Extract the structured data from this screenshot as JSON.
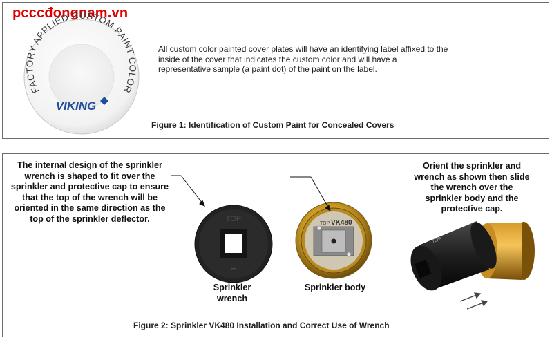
{
  "watermark": "pcccđongnam.vn",
  "figure1": {
    "label_text": "FACTORY APPLIED CUSTOM PAINT COLOR",
    "logo": "VIKING",
    "paragraph": "All custom color painted cover plates will have an identifying label affixed to the inside of the cover that indicates the custom color and will have a representative sample (a paint dot) of the paint on the label.",
    "caption": "Figure 1:  Identification of Custom Paint for Concealed Covers"
  },
  "figure2": {
    "left_text": "The internal design of the sprinkler wrench is shaped to fit over the sprinkler and protective cap to ensure that the top of the wrench will be oriented in the same direction as the top of the sprinkler deflector.",
    "right_text": "Orient the sprinkler and wrench as shown then slide the wrench over the sprinkler body and the protective cap.",
    "wrench_label": "Sprinkler wrench",
    "body_label": "Sprinkler body",
    "wrench_top_mark": "TOP",
    "body_top_mark": "TOP",
    "model_mark": "VK480",
    "caption": "Figure 2:  Sprinkler VK480 Installation and Correct Use of Wrench"
  }
}
